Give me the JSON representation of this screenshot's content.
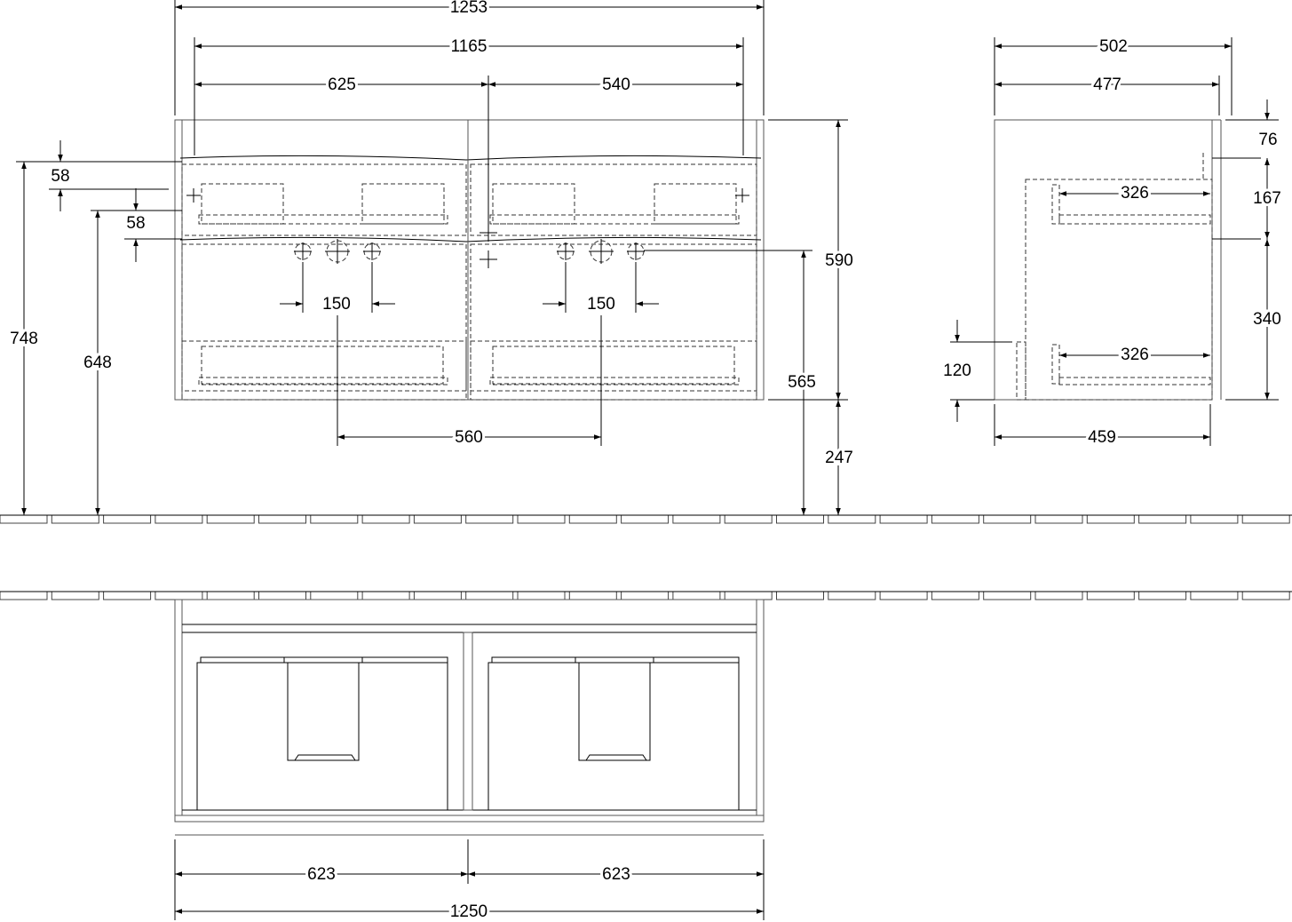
{
  "front_view": {
    "overall_width": "1253",
    "inner_width": "1165",
    "left_basin_offset": "625",
    "right_basin_offset": "540",
    "top_offset_1": "58",
    "top_offset_2": "58",
    "height_748": "748",
    "height_648": "648",
    "tap_spacing_left": "150",
    "tap_spacing_right": "150",
    "basin_spacing": "560",
    "cabinet_height": "590",
    "drain_height": "565",
    "floor_clearance": "247"
  },
  "side_view": {
    "depth_overall": "502",
    "depth_body": "477",
    "top_thickness": "76",
    "upper_drawer_height": "167",
    "lower_drawer_height": "340",
    "plinth_height": "120",
    "upper_drawer_depth": "326",
    "lower_drawer_depth": "326",
    "inner_depth": "459"
  },
  "top_view": {
    "left_width": "623",
    "right_width": "623",
    "total_width": "1250"
  }
}
